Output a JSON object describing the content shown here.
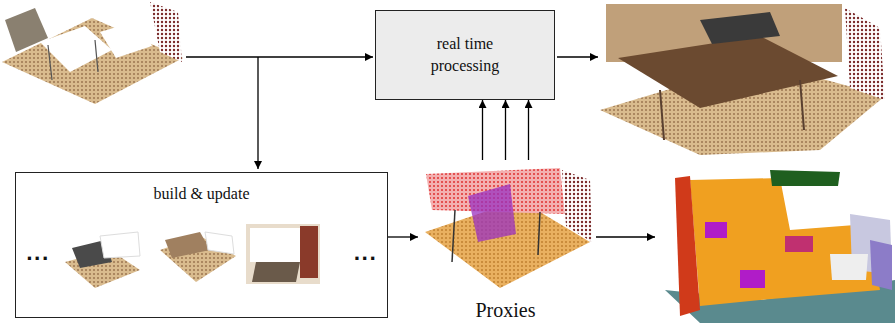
{
  "diagram": {
    "nodes": [
      {
        "text": [
          "real time processing"
        ]
      },
      {
        "text": [
          "build & update",
          "...",
          "..."
        ]
      },
      {
        "text": [
          "Proxies"
        ]
      }
    ],
    "edges": [
      {
        "from": 1,
        "to": 2,
        "arrow": "to"
      },
      {
        "from": 2,
        "to": 0,
        "arrow": "to"
      },
      {
        "from": 2,
        "to": 0,
        "arrow": "to"
      },
      {
        "from": 2,
        "to": 0,
        "arrow": "to"
      }
    ]
  }
}
